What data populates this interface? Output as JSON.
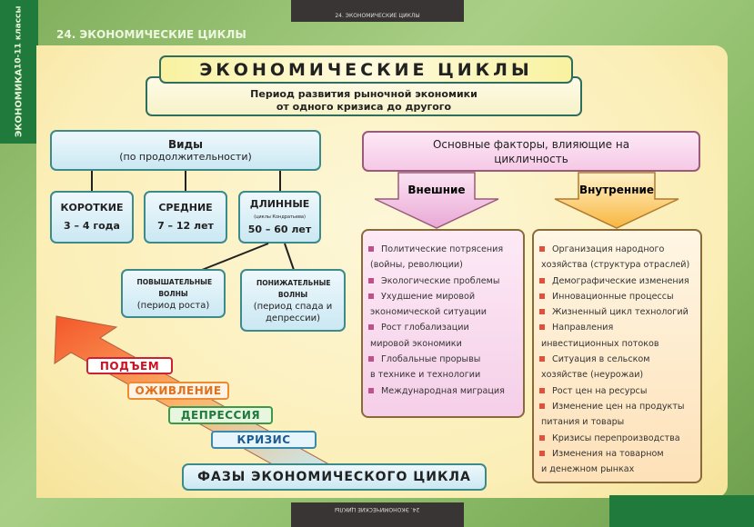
{
  "side_label": [
    "ЭКОНОМИКА",
    "10-11 классы"
  ],
  "top_bar": "24. ЭКОНОМИЧЕСКИЕ ЦИКЛЫ",
  "bottom_bar": "24. ЭКОНОМИЧЕСКИЕ ЦИКЛЫ",
  "header": "24. ЭКОНОМИЧЕСКИЕ ЦИКЛЫ",
  "title": "ЭКОНОМИЧЕСКИЕ ЦИКЛЫ",
  "definition": [
    "Период развития рыночной экономики",
    "от одного кризиса до другого"
  ],
  "types": {
    "title": "Виды",
    "subtitle": "(по продолжительности)",
    "short": {
      "name": "КОРОТКИЕ",
      "duration": "3 – 4 года"
    },
    "medium": {
      "name": "СРЕДНИЕ",
      "duration": "7 – 12 лет"
    },
    "long": {
      "name": "ДЛИННЫЕ",
      "note": "(циклы Кондратьева)",
      "duration": "50 – 60 лет"
    },
    "up": {
      "name": "ПОВЫШАТЕЛЬНЫЕ ВОЛНЫ",
      "desc": "(период роста)"
    },
    "down": {
      "name": "ПОНИЖАТЕЛЬНЫЕ ВОЛНЫ",
      "desc": "(период спада и депрессии)"
    }
  },
  "factors": {
    "title": "Основные факторы, влияющие на цикличность",
    "external_label": "Внешние",
    "internal_label": "Внутренние",
    "external": [
      [
        "Политические потрясения",
        "(войны, революции)"
      ],
      [
        "Экологические проблемы"
      ],
      [
        "Ухудшение мировой",
        "экономической ситуации"
      ],
      [
        "Рост глобализации",
        "мировой экономики"
      ],
      [
        "Глобальные прорывы",
        "в технике и технологии"
      ],
      [
        "Международная миграция"
      ]
    ],
    "internal": [
      [
        "Организация народного",
        "хозяйства (структура отраслей)"
      ],
      [
        "Демографические изменения"
      ],
      [
        "Инновационные процессы"
      ],
      [
        "Жизненный цикл технологий"
      ],
      [
        "Направления",
        "инвестиционных потоков"
      ],
      [
        "Ситуация в сельском",
        "хозяйстве (неурожаи)"
      ],
      [
        "Рост цен на ресурсы"
      ],
      [
        "Изменение цен на продукты",
        "питания и товары"
      ],
      [
        "Кризисы перепроизводства"
      ],
      [
        "Изменения на товарном",
        "и денежном рынках"
      ]
    ]
  },
  "phases": {
    "title": "ФАЗЫ ЭКОНОМИЧЕСКОГО ЦИКЛА",
    "items": [
      "ПОДЪЕМ",
      "ОЖИВЛЕНИЕ",
      "ДЕПРЕССИЯ",
      "КРИЗИС"
    ]
  },
  "colors": {
    "green": "#1f7a3c",
    "pink": "#f6d3ec",
    "orange": "#fcd9a0"
  }
}
